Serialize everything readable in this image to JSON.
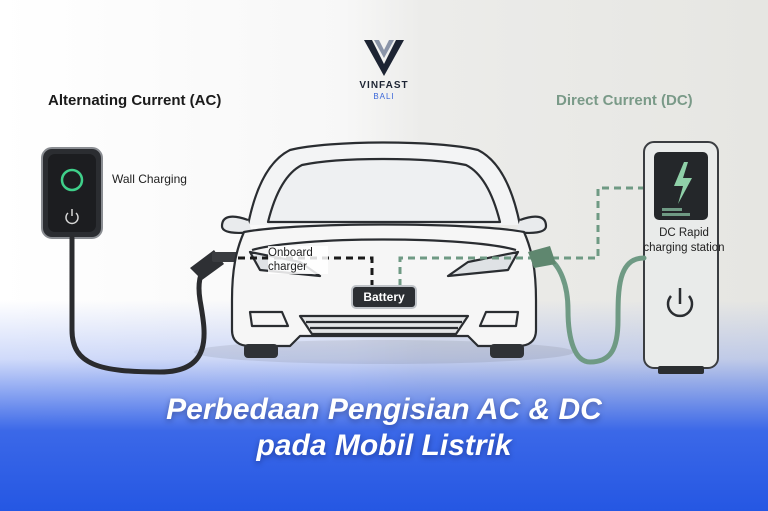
{
  "brand": {
    "name": "VINFAST",
    "location": "BALI"
  },
  "ac_side": {
    "title": "Alternating Current (AC)",
    "wall_label": "Wall Charging",
    "onboard_label": "Onboard charger"
  },
  "dc_side": {
    "title": "Direct Current (DC)",
    "station_label": "DC Rapid charging station"
  },
  "battery_label": "Battery",
  "headline": {
    "line1": "Perbedaan Pengisian AC & DC",
    "line2": "pada Mobil Listrik"
  },
  "colors": {
    "ac_path": "#1a1a1a",
    "dc_path": "#6f9a84",
    "headline_bg": "#2557e3",
    "headline_text": "#ffffff",
    "brand_accent": "#3a66d8"
  },
  "icons": [
    "vinfast-logo-icon",
    "power-icon",
    "lightning-bolt-icon"
  ]
}
